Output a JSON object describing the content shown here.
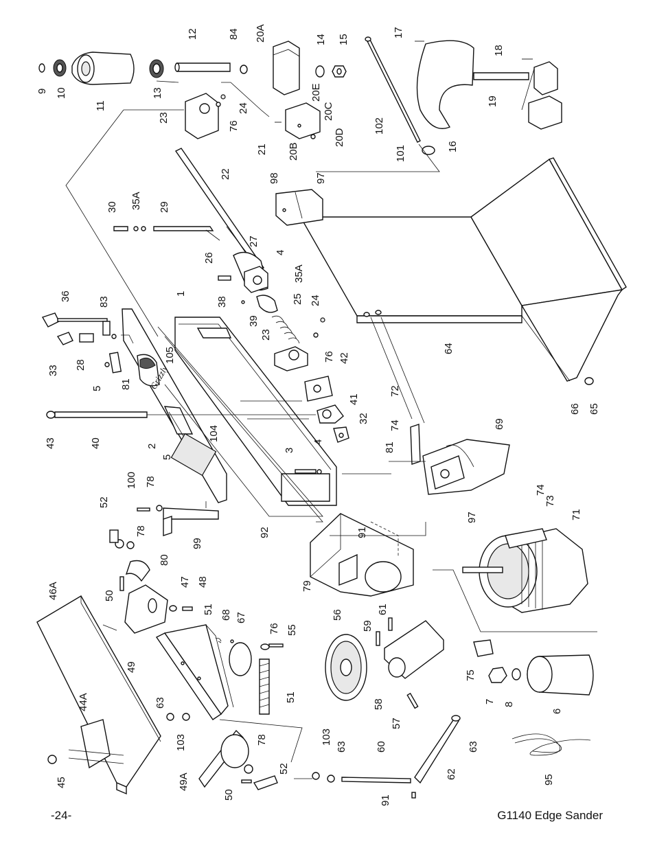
{
  "page": {
    "number": "-24-",
    "title": "G1140 Edge Sander"
  },
  "callouts": [
    "9",
    "10",
    "11",
    "13",
    "12",
    "84",
    "20A",
    "14",
    "15",
    "17",
    "18",
    "19",
    "16",
    "102",
    "101",
    "23",
    "76",
    "24",
    "20E",
    "20C",
    "20B",
    "20D",
    "21",
    "22",
    "97",
    "98",
    "30",
    "35A",
    "29",
    "26",
    "27",
    "4",
    "36",
    "83",
    "38",
    "1",
    "25",
    "39",
    "28",
    "33",
    "5",
    "23",
    "24",
    "76",
    "105",
    "81",
    "42",
    "41",
    "32",
    "43",
    "40",
    "2",
    "104",
    "3",
    "4",
    "72",
    "74",
    "81",
    "69",
    "5",
    "100",
    "78",
    "52",
    "99",
    "92",
    "97",
    "91",
    "74",
    "73",
    "71",
    "79",
    "78",
    "80",
    "50",
    "46A",
    "47",
    "48",
    "51",
    "68",
    "67",
    "76",
    "55",
    "56",
    "59",
    "61",
    "49",
    "75",
    "7",
    "8",
    "6",
    "63",
    "103",
    "51",
    "58",
    "57",
    "44A",
    "103",
    "63",
    "60",
    "62",
    "63",
    "78",
    "52",
    "45",
    "49A",
    "50",
    "91",
    "95",
    "64",
    "66",
    "65",
    "35A"
  ],
  "brand_logo_text": "Grizzly"
}
